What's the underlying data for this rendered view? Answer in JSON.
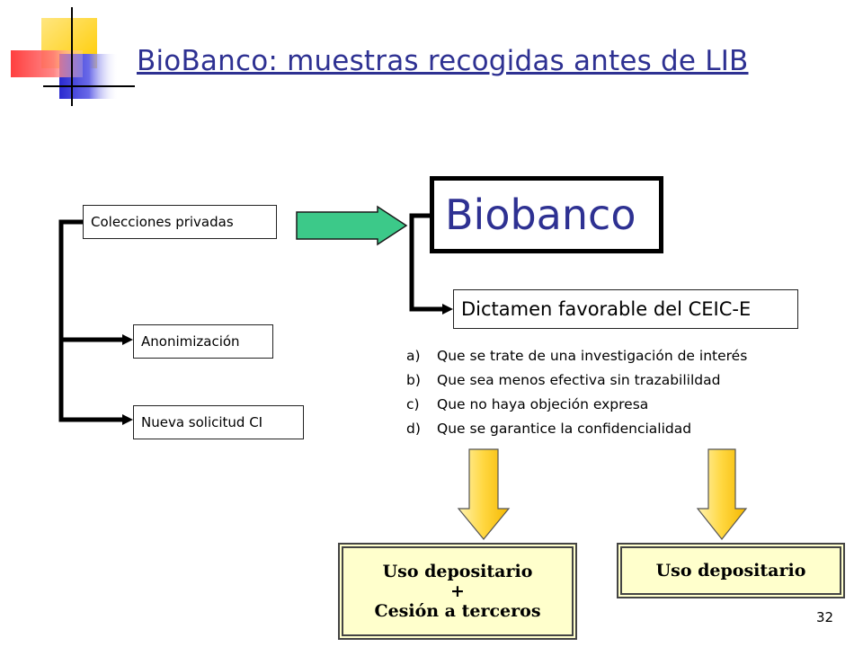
{
  "title": "BioBanco: muestras recogidas antes de LIB",
  "colors": {
    "title": "#2e3192",
    "biobanco_text": "#2e3192",
    "green_arrow": "#3cc989",
    "yellow_arrow": "#ffd740",
    "result_fill": "#ffffcc",
    "decor_yellow": "#ffd200",
    "decor_red": "#ff3b3b",
    "decor_blue": "#3333cc"
  },
  "left_boxes": {
    "colecciones": "Colecciones privadas",
    "anonimizacion": "Anonimización",
    "nueva_solicitud": "Nueva solicitud CI"
  },
  "biobanco": "Biobanco",
  "dictamen": "Dictamen favorable del CEIC-E",
  "conditions": [
    {
      "marker": "a)",
      "text": "Que se trate de una investigación de interés"
    },
    {
      "marker": "b)",
      "text": "Que sea menos efectiva sin trazabilildad"
    },
    {
      "marker": "c)",
      "text": "Que no haya objeción expresa"
    },
    {
      "marker": "d)",
      "text": "Que se garantice la confidencialidad"
    }
  ],
  "results": {
    "left": {
      "line1": "Uso depositario",
      "line2": "+",
      "line3": "Cesión a terceros"
    },
    "right": "Uso depositario"
  },
  "page_number": "32"
}
